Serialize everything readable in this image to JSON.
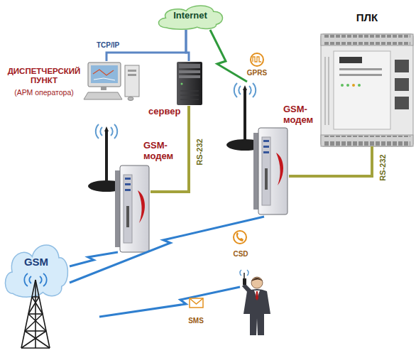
{
  "diagram": {
    "nodes": [
      {
        "text": [
          "Internet"
        ]
      },
      {
        "text": [
          "ДИСПЕТЧЕРСКИЙ ПУНКТ",
          "(АРМ оператора)"
        ]
      },
      {
        "text": [
          "сервер"
        ]
      },
      {
        "text": [
          "GSM-модем"
        ]
      },
      {
        "text": [
          "GSM-модем"
        ]
      },
      {
        "text": [
          "ПЛК"
        ]
      },
      {
        "text": [
          "GSM"
        ]
      }
    ],
    "edges": [
      {
        "from": 1,
        "to": 0,
        "arrow": "none",
        "label": "TCP/IP"
      },
      {
        "from": 2,
        "to": 0,
        "arrow": "none"
      },
      {
        "from": 2,
        "to": 3,
        "arrow": "none",
        "label": "RS-232"
      },
      {
        "from": 4,
        "to": 5,
        "arrow": "none",
        "label": "RS-232"
      },
      {
        "from": 0,
        "to": 4,
        "arrow": "none",
        "label": "GPRS"
      },
      {
        "from": 6,
        "to": 3,
        "arrow": "none"
      },
      {
        "from": 6,
        "to": 4,
        "arrow": "none",
        "label": "CSD"
      }
    ],
    "labels": [
      "SMS"
    ]
  }
}
